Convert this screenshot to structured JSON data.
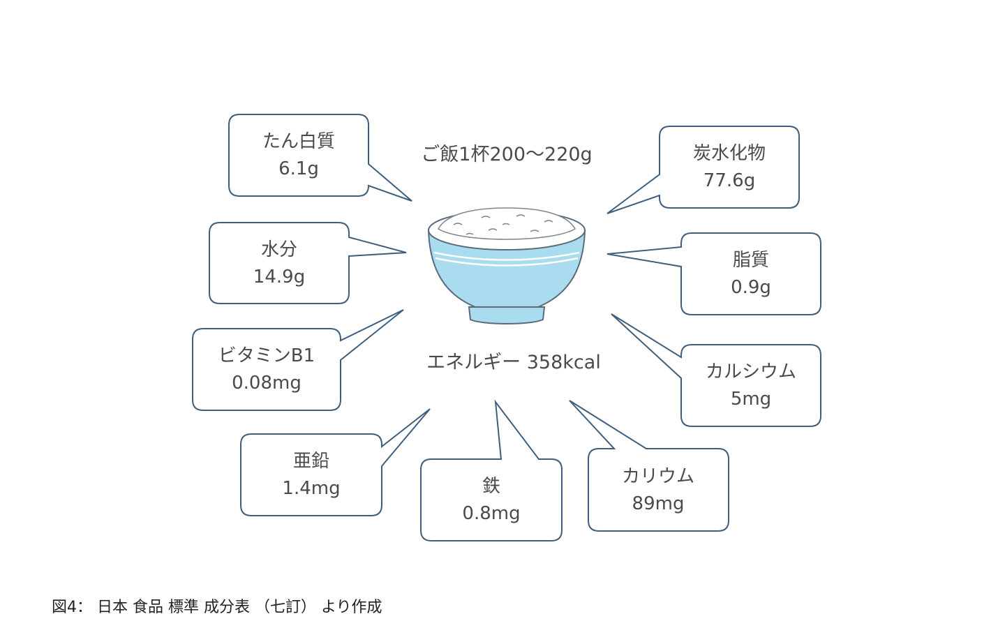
{
  "center": {
    "serving": "ご飯1杯200〜220g",
    "energy": "エネルギー 358kcal"
  },
  "nutrients": [
    {
      "name": "たん白質",
      "value": "6.1g"
    },
    {
      "name": "水分",
      "value": "14.9g"
    },
    {
      "name": "ビタミンB1",
      "value": "0.08mg"
    },
    {
      "name": "亜鉛",
      "value": "1.4mg"
    },
    {
      "name": "鉄",
      "value": "0.8mg"
    },
    {
      "name": "カリウム",
      "value": "89mg"
    },
    {
      "name": "カルシウム",
      "value": "5mg"
    },
    {
      "name": "脂質",
      "value": "0.9g"
    },
    {
      "name": "炭水化物",
      "value": "77.6g"
    }
  ],
  "caption": "図4： 日本 食品 標準 成分表 （七訂） より作成",
  "colors": {
    "bowl": "#a9dcee",
    "bubble_border": "#3e5e7e",
    "text": "#4a4a4a"
  }
}
